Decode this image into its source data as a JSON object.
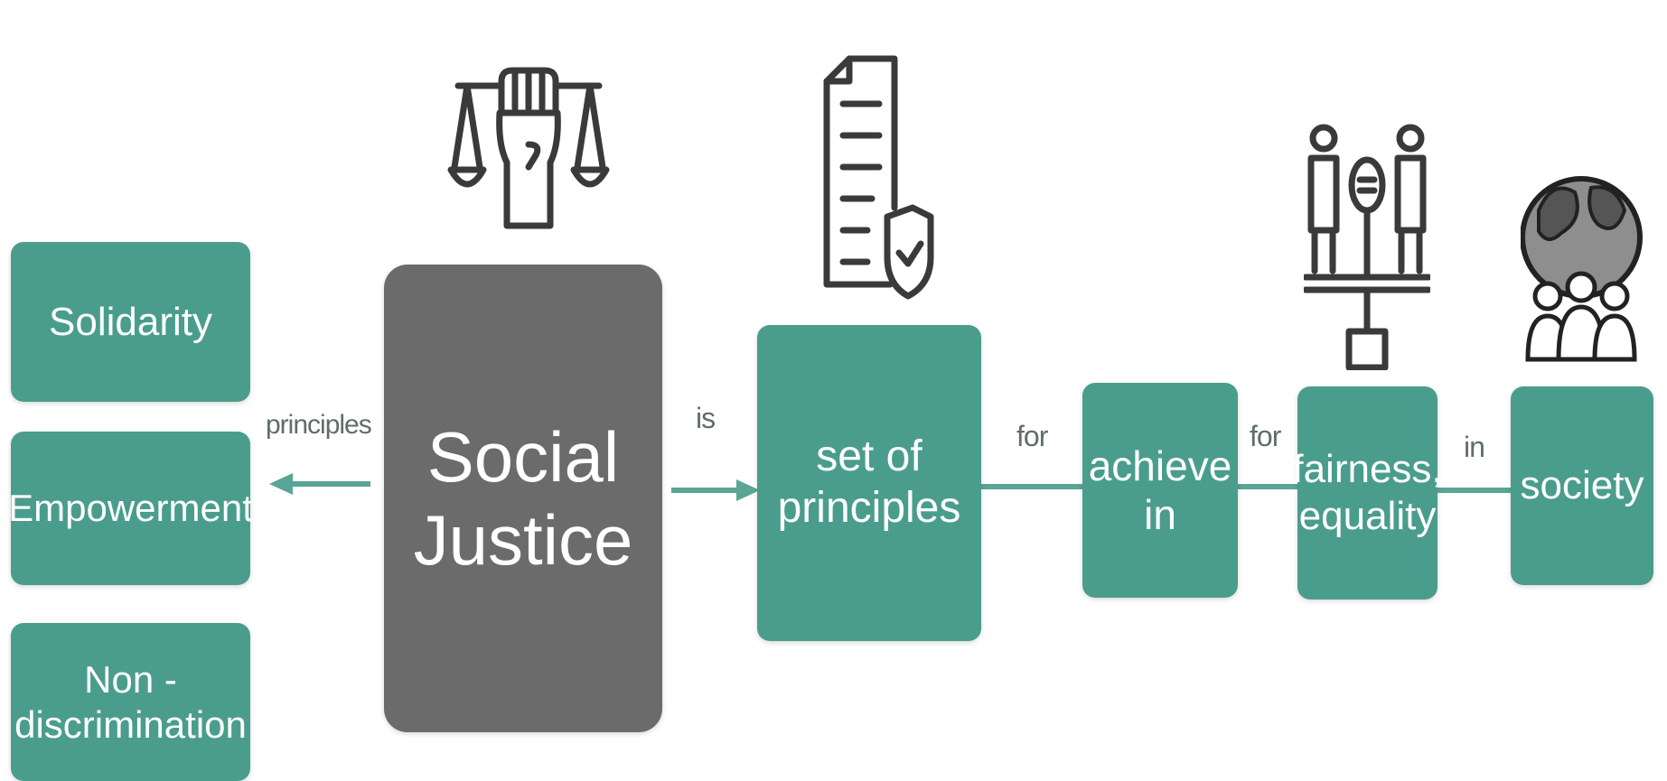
{
  "principles_list": [
    "Solidarity",
    "Empowerment",
    "Non -\ndiscrimination"
  ],
  "central": "Social\nJustice",
  "nodes": {
    "set_of_principles": "set of\nprinciples",
    "achieve_in": "achieve\nin",
    "fairness_equality": "fairness,\nequality",
    "society": "society"
  },
  "edges": {
    "principles": "principles",
    "is": "is",
    "for_1": "for",
    "for_2": "for",
    "in": "in"
  },
  "icons": [
    "justice-fist-scales-icon",
    "document-shield-icon",
    "equality-people-scale-icon",
    "global-community-icon"
  ],
  "colors": {
    "teal": "#4a9d8c",
    "dark": "#6b6b6b",
    "connector": "#5aa595"
  }
}
